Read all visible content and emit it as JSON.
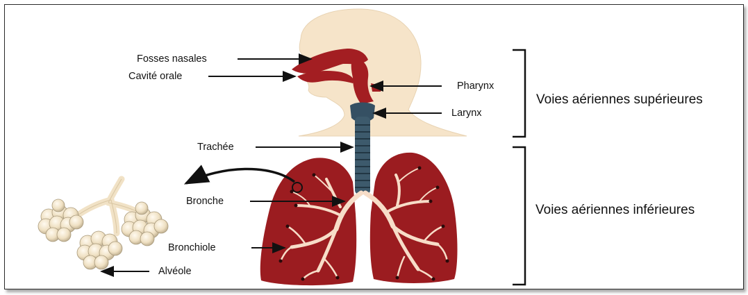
{
  "labels": {
    "fosses_nasales": "Fosses nasales",
    "cavite_orale": "Cavité orale",
    "pharynx": "Pharynx",
    "larynx": "Larynx",
    "trachee": "Trachée",
    "bronche": "Bronche",
    "bronchiole": "Bronchiole",
    "alveole": "Alvéole"
  },
  "groups": {
    "upper": "Voies aériennes supérieures",
    "lower": "Voies aériennes inférieures"
  },
  "colors": {
    "lung": "#9b1c20",
    "airway": "#a31e22",
    "head": "#f6e4c9",
    "trachea": "#3d5a6c",
    "bronchi": "#f7ddc8",
    "alveoli": "#f1e2c6"
  }
}
